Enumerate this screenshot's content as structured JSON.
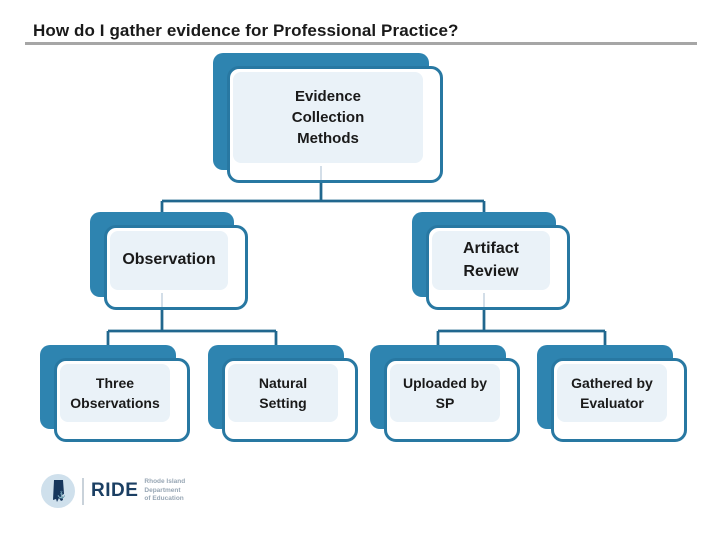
{
  "slide": {
    "title": "How do I gather evidence for Professional Practice?"
  },
  "diagram": {
    "type": "hierarchy",
    "nodes": [
      {
        "id": "evidence-collection-methods",
        "label": "Evidence\nCollection\nMethods",
        "parent": null
      },
      {
        "id": "observation",
        "label": "Observation",
        "parent": "evidence-collection-methods"
      },
      {
        "id": "artifact-review",
        "label": "Artifact\nReview",
        "parent": "evidence-collection-methods"
      },
      {
        "id": "three-observations",
        "label": "Three\nObservations",
        "parent": "observation"
      },
      {
        "id": "natural-setting",
        "label": "Natural\nSetting",
        "parent": "observation"
      },
      {
        "id": "uploaded-by-sp",
        "label": "Uploaded by\nSP",
        "parent": "artifact-review"
      },
      {
        "id": "gathered-by-evaluator",
        "label": "Gathered by\nEvaluator",
        "parent": "artifact-review"
      }
    ]
  },
  "footer": {
    "logo_acronym": "RIDE",
    "logo_org": "Rhode Island\nDepartment\nof Education"
  },
  "colors": {
    "node_back_blue": "#2E84B0",
    "node_border_blue": "#2878A2",
    "node_fill_light": "#EAF2F8",
    "connector_blue": "#21678E",
    "title_text": "#1A1A1A",
    "title_rule_gray": "#A6A6A6",
    "logo_navy": "#1B3F63",
    "logo_circle_blue": "#CFE0EC"
  }
}
